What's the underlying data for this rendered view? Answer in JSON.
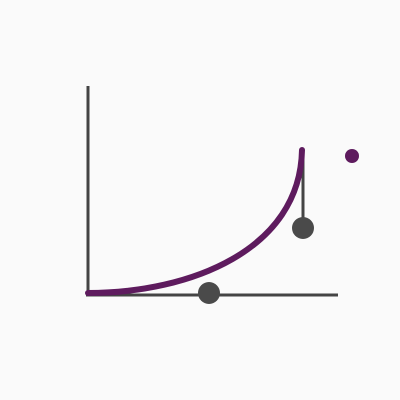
{
  "easing_editor": {
    "curve_type": "ease-in (exponential)",
    "colors": {
      "background": "#fafafa",
      "axis": "#444444",
      "curve": "#5e1b5e",
      "handle": "#4a4a4a",
      "indicator": "#5e1b5e"
    },
    "control_points": {
      "p1": [
        0.5,
        0
      ],
      "p2": [
        0.85,
        0.48
      ]
    },
    "icons": {
      "p1_handle": "circle-handle",
      "p2_handle": "circle-handle",
      "indicator": "dot-indicator"
    }
  }
}
